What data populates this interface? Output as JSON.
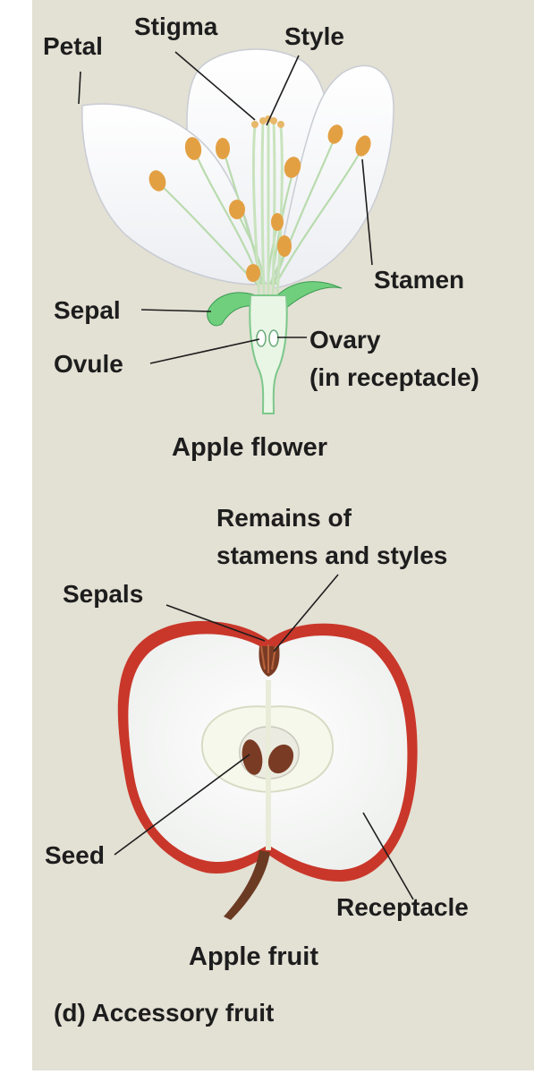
{
  "diagram": {
    "flower": {
      "caption": "Apple flower",
      "labels": {
        "petal": "Petal",
        "stigma": "Stigma",
        "style": "Style",
        "stamen": "Stamen",
        "sepal": "Sepal",
        "ovule": "Ovule",
        "ovary_line1": "Ovary",
        "ovary_line2": "(in receptacle)"
      }
    },
    "fruit": {
      "caption": "Apple fruit",
      "labels": {
        "remains_line1": "Remains of",
        "remains_line2": "stamens and styles",
        "sepals": "Sepals",
        "seed": "Seed",
        "receptacle": "Receptacle"
      }
    },
    "panel_caption": "(d) Accessory fruit"
  },
  "colors": {
    "background": "#e3e0d4",
    "petal": "#fbfbfd",
    "anther": "#e3a043",
    "filament": "#b9dbae",
    "sepal_green": "#6fcf7d",
    "apple_skin": "#c9372a",
    "apple_flesh": "#fdfdfd",
    "seed": "#7a3b24",
    "stem": "#6b3a22"
  }
}
